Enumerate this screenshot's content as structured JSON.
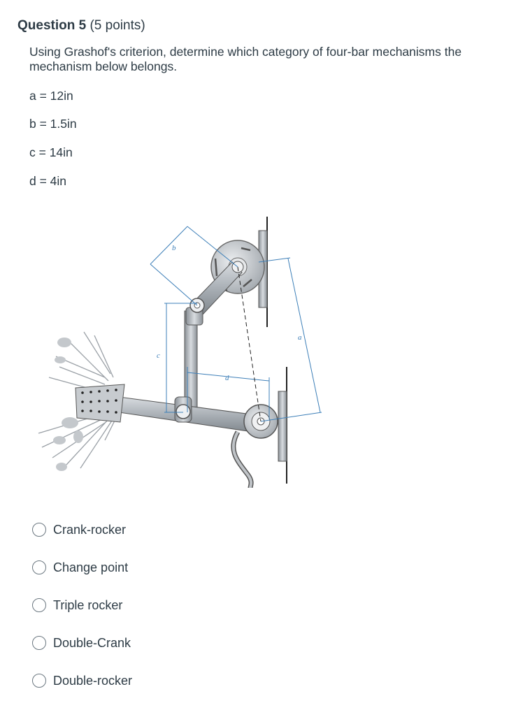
{
  "question": {
    "title": "Question 5",
    "points": "(5 points)",
    "text": "Using Grashof's criterion, determine which category of four-bar mechanisms the mechanism below belongs.",
    "params": [
      "a = 12in",
      "b = 1.5in",
      "c = 14in",
      "d = 4in"
    ]
  },
  "figure": {
    "labels": {
      "a": "a",
      "b": "b",
      "c": "c",
      "d": "d"
    }
  },
  "options": [
    "Crank-rocker",
    "Change point",
    "Triple rocker",
    "Double-Crank",
    "Double-rocker"
  ]
}
